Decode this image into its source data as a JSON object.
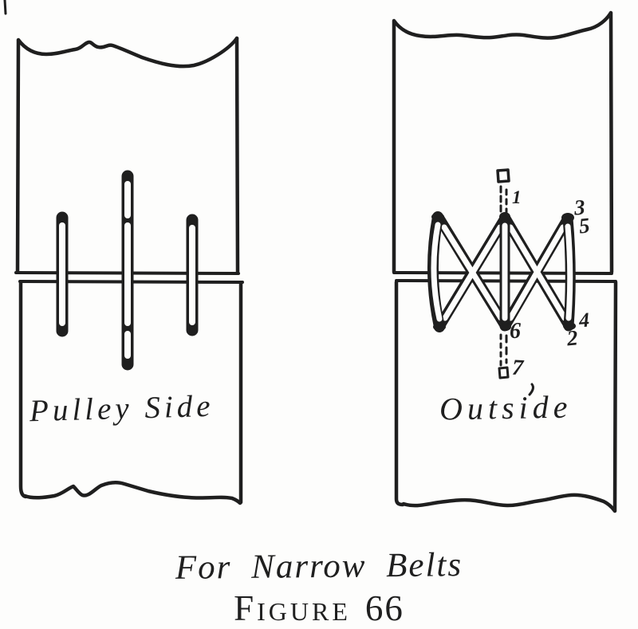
{
  "colors": {
    "ink": "#1f1f1f",
    "paper": "#fdfdfc"
  },
  "left_belt": {
    "label": "Pulley Side"
  },
  "right_belt": {
    "label": "Outside",
    "point_labels": {
      "p1": "1",
      "p2": "2",
      "p3": "3",
      "p4": "4",
      "p5": "5",
      "p6": "6",
      "p7": "7"
    }
  },
  "caption": {
    "title": "For Narrow Belts",
    "figure_word": "Figure",
    "figure_number": "66"
  }
}
